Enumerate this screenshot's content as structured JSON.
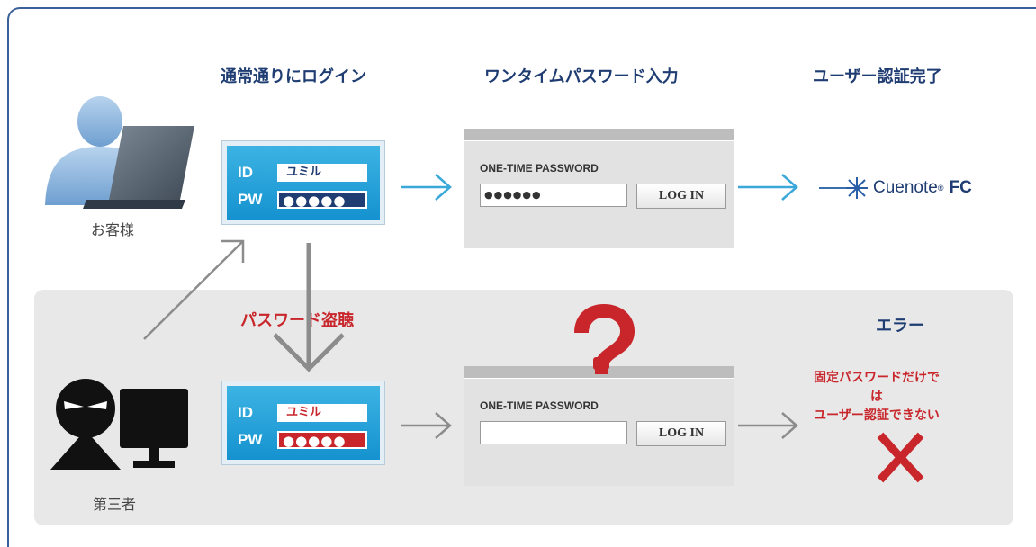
{
  "steps": {
    "login": "通常通りにログイン",
    "otp_input": "ワンタイムパスワード入力",
    "auth_complete": "ユーザー認証完了"
  },
  "actors": {
    "customer": "お客様",
    "third_party": "第三者"
  },
  "eavesdrop_label": "パスワード盗聴",
  "error": {
    "title": "エラー",
    "message": "固定パスワードだけでは\nユーザー認証できない"
  },
  "card_normal": {
    "id_label": "ID",
    "id_value": "ユミル",
    "pw_label": "PW",
    "pw_value": "●●●●●"
  },
  "card_stolen": {
    "id_label": "ID",
    "id_value": "ユミル",
    "pw_label": "PW",
    "pw_value": "●●●●●"
  },
  "otp_normal": {
    "title": "ONE-TIME PASSWORD",
    "field_value": "●●●●●●",
    "button_label": "LOG IN"
  },
  "otp_attack": {
    "title": "ONE-TIME PASSWORD",
    "field_value": "",
    "button_label": "LOG IN"
  },
  "brand": {
    "name": "Cuenote",
    "registered": "®",
    "suffix": "FC"
  },
  "icons": {
    "customer": "user-with-laptop-icon",
    "third_party": "masked-person-with-monitor-icon",
    "question": "question-mark-icon",
    "error": "red-x-icon",
    "arrow": "arrow-icon"
  },
  "colors": {
    "accent_blue": "#1f3d72",
    "arrow_blue": "#3aa8d8",
    "alert_red": "#c8262b",
    "card_blue": "#1a9ad6"
  }
}
